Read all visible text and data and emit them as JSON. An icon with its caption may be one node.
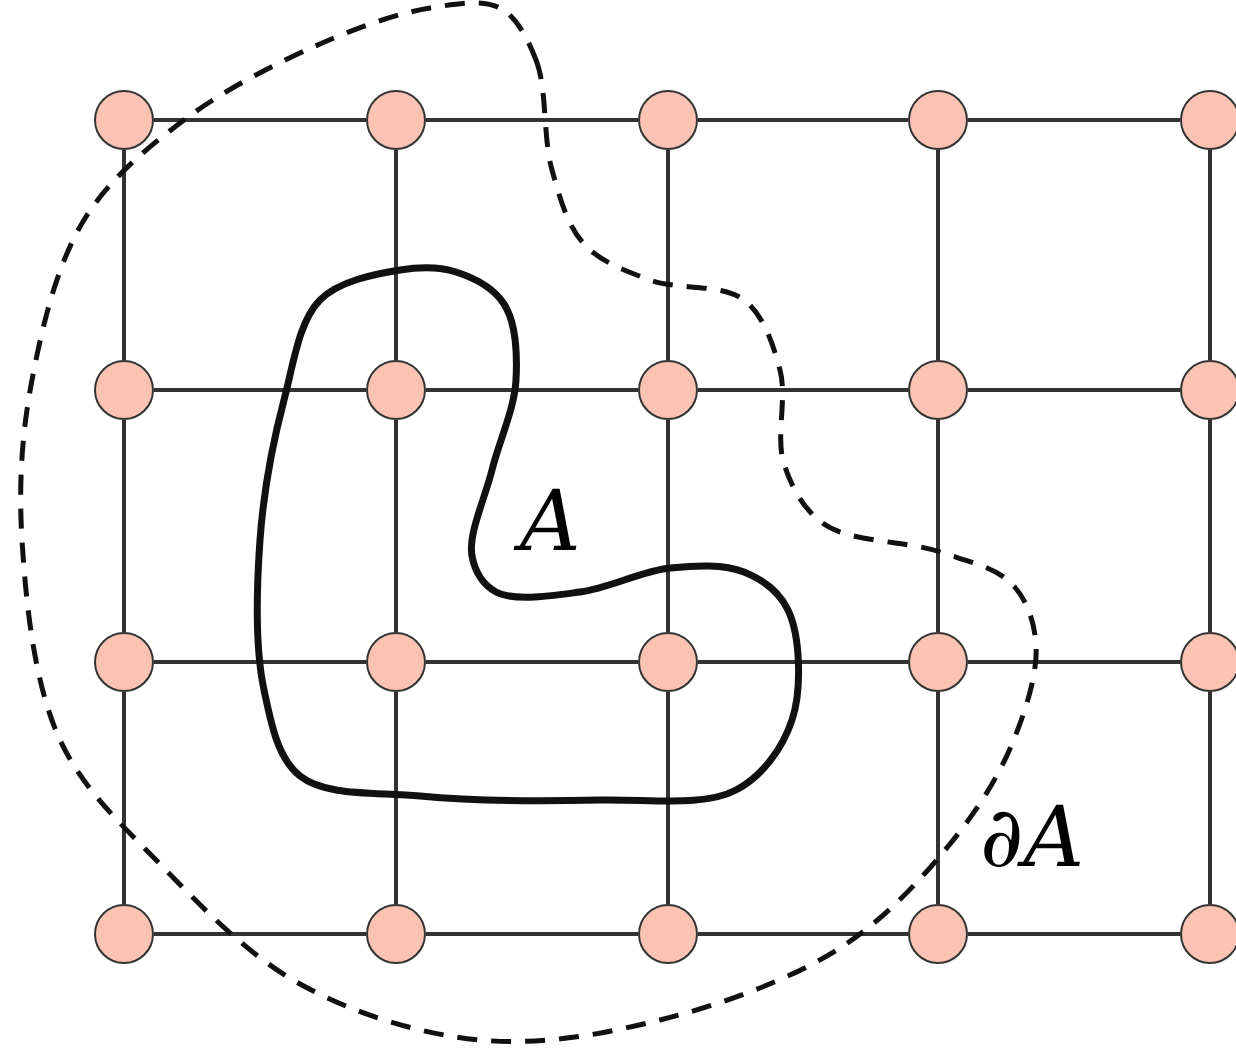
{
  "diagram": {
    "nodes": [
      {
        "text": [],
        "shape": "circle"
      },
      {
        "text": [],
        "shape": "circle"
      },
      {
        "text": [],
        "shape": "circle"
      },
      {
        "text": [],
        "shape": "circle"
      },
      {
        "text": [],
        "shape": "circle"
      },
      {
        "text": [],
        "shape": "circle"
      },
      {
        "text": [],
        "shape": "circle"
      },
      {
        "text": [],
        "shape": "circle"
      },
      {
        "text": [],
        "shape": "circle"
      },
      {
        "text": [],
        "shape": "circle"
      },
      {
        "text": [],
        "shape": "circle"
      },
      {
        "text": [],
        "shape": "circle"
      },
      {
        "text": [],
        "shape": "circle"
      },
      {
        "text": [],
        "shape": "circle"
      },
      {
        "text": [],
        "shape": "circle"
      },
      {
        "text": [],
        "shape": "circle"
      },
      {
        "text": [],
        "shape": "circle"
      },
      {
        "text": [],
        "shape": "circle"
      },
      {
        "text": [],
        "shape": "circle"
      },
      {
        "text": [],
        "shape": "circle"
      }
    ],
    "edges": [
      {
        "from": 0,
        "to": 1,
        "arrow": "none"
      },
      {
        "from": 1,
        "to": 2,
        "arrow": "none"
      },
      {
        "from": 2,
        "to": 3,
        "arrow": "none"
      },
      {
        "from": 3,
        "to": 4,
        "arrow": "none"
      },
      {
        "from": 5,
        "to": 6,
        "arrow": "none"
      },
      {
        "from": 6,
        "to": 7,
        "arrow": "none"
      },
      {
        "from": 7,
        "to": 8,
        "arrow": "none"
      },
      {
        "from": 8,
        "to": 9,
        "arrow": "none"
      },
      {
        "from": 10,
        "to": 11,
        "arrow": "none"
      },
      {
        "from": 11,
        "to": 12,
        "arrow": "none"
      },
      {
        "from": 12,
        "to": 13,
        "arrow": "none"
      },
      {
        "from": 13,
        "to": 14,
        "arrow": "none"
      },
      {
        "from": 15,
        "to": 16,
        "arrow": "none"
      },
      {
        "from": 16,
        "to": 17,
        "arrow": "none"
      },
      {
        "from": 17,
        "to": 18,
        "arrow": "none"
      },
      {
        "from": 18,
        "to": 19,
        "arrow": "none"
      },
      {
        "from": 0,
        "to": 5,
        "arrow": "none"
      },
      {
        "from": 5,
        "to": 10,
        "arrow": "none"
      },
      {
        "from": 10,
        "to": 15,
        "arrow": "none"
      },
      {
        "from": 1,
        "to": 6,
        "arrow": "none"
      },
      {
        "from": 6,
        "to": 11,
        "arrow": "none"
      },
      {
        "from": 11,
        "to": 16,
        "arrow": "none"
      },
      {
        "from": 2,
        "to": 7,
        "arrow": "none"
      },
      {
        "from": 7,
        "to": 12,
        "arrow": "none"
      },
      {
        "from": 12,
        "to": 17,
        "arrow": "none"
      },
      {
        "from": 3,
        "to": 8,
        "arrow": "none"
      },
      {
        "from": 8,
        "to": 13,
        "arrow": "none"
      },
      {
        "from": 13,
        "to": 18,
        "arrow": "none"
      },
      {
        "from": 4,
        "to": 9,
        "arrow": "none"
      },
      {
        "from": 9,
        "to": 14,
        "arrow": "none"
      },
      {
        "from": 14,
        "to": 19,
        "arrow": "none"
      }
    ],
    "labels": [
      "A",
      "∂A"
    ]
  }
}
